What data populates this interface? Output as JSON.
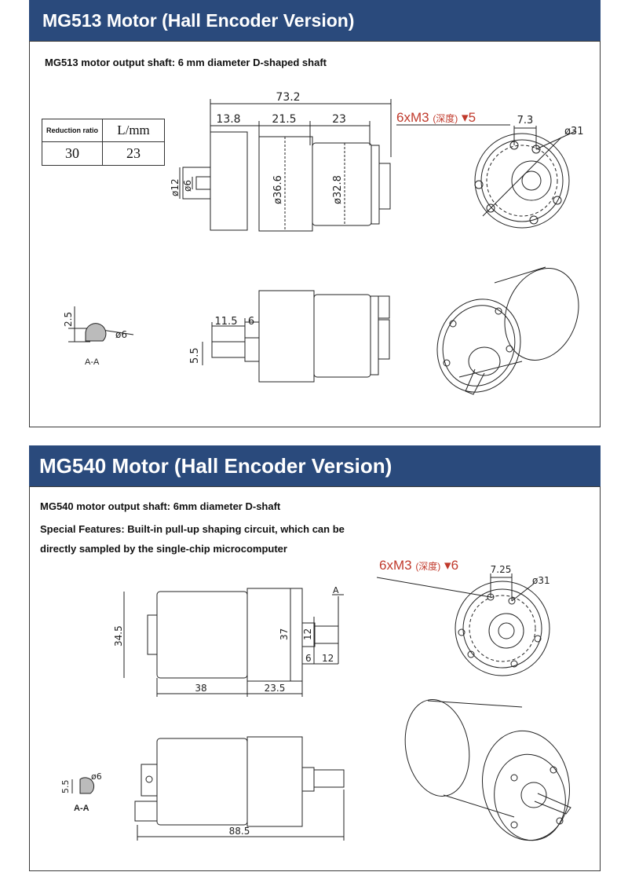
{
  "mg513": {
    "title": "MG513 Motor (Hall Encoder Version)",
    "shaft_note": "MG513 motor output shaft: 6 mm diameter D-shaped shaft",
    "ratio_table": {
      "headers": [
        "Reduction ratio",
        "L/mm"
      ],
      "rows": [
        [
          "30",
          "23"
        ]
      ]
    },
    "dims": {
      "total_length": "73.2",
      "shaft_len": "13.8",
      "gearbox_len": "21.5",
      "body_len": "23",
      "d_gearbox": "ø36.6",
      "d_body": "ø32.8",
      "d_boss": "ø12",
      "d_shaft": "ø6",
      "mount_spec_main": "6xM3",
      "mount_spec_cn": "(深度)",
      "mount_spec_depth": "▾5",
      "hole_offset": "7.3",
      "pcd": "ø31",
      "flat_len": "11.5",
      "flat_seg": "6",
      "flat_height": "5.5",
      "section_depth": "2.5",
      "section_dia": "ø6",
      "section_label": "A-A"
    }
  },
  "mg540": {
    "title": "MG540 Motor (Hall Encoder Version)",
    "shaft_note": "MG540 motor output shaft: 6mm diameter D-shaft",
    "features_line1": "Special Features: Built-in pull-up shaping circuit, which can be",
    "features_line2": "directly sampled by the single-chip microcomputer",
    "dims": {
      "mount_spec_main": "6xM3",
      "mount_spec_cn": "(深度)",
      "mount_spec_depth": "▾6",
      "hole_offset": "7.25",
      "pcd": "ø31",
      "body_height": "34.5",
      "gear_dia": "37",
      "shaft_dia": "12",
      "shaft_seg1": "6",
      "shaft_seg2": "12",
      "body_len": "38",
      "gearbox_len": "23.5",
      "total_length": "88.5",
      "section_height": "5.5",
      "section_dia": "ø6",
      "section_label": "A-A",
      "arrow_mark": "A"
    }
  },
  "colors": {
    "banner": "#2a4a7c",
    "mount_spec": "#c0392b"
  }
}
